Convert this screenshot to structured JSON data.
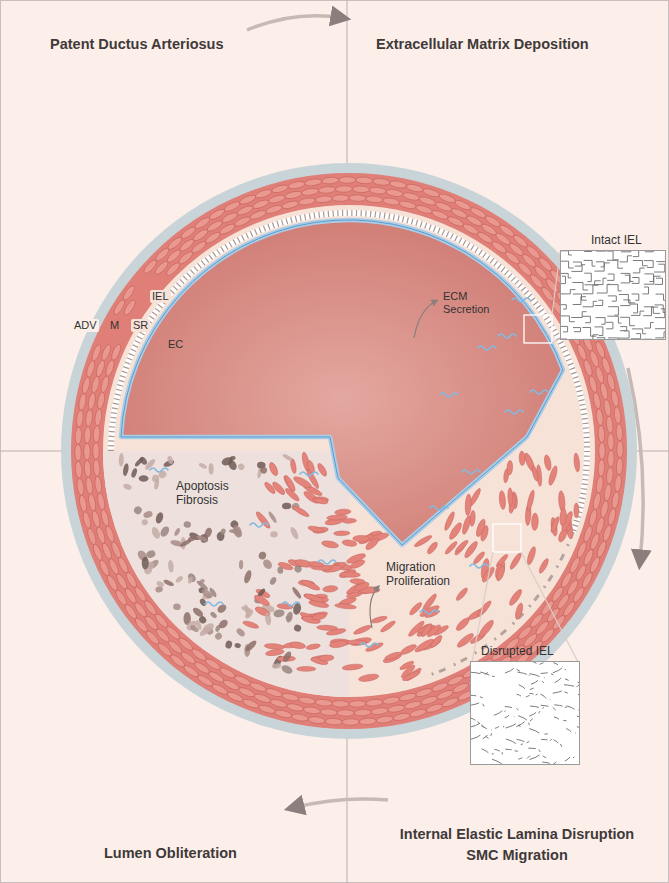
{
  "diagram": {
    "nodes": [
      {
        "text": [
          "Intact IEL"
        ]
      },
      {
        "text": [
          "Disrupted IEL"
        ]
      }
    ],
    "labels": [
      "Patent Ductus Arteriosus",
      "Extracellular Matrix Deposition",
      "Lumen Obliteration",
      "Internal Elastic Lamina Disruption",
      "SMC Migration",
      "ADV",
      "M",
      "SR",
      "EC",
      "IEL",
      "ECM Secretion",
      "Apoptosis Fibrosis",
      "Migration Proliferation"
    ]
  }
}
